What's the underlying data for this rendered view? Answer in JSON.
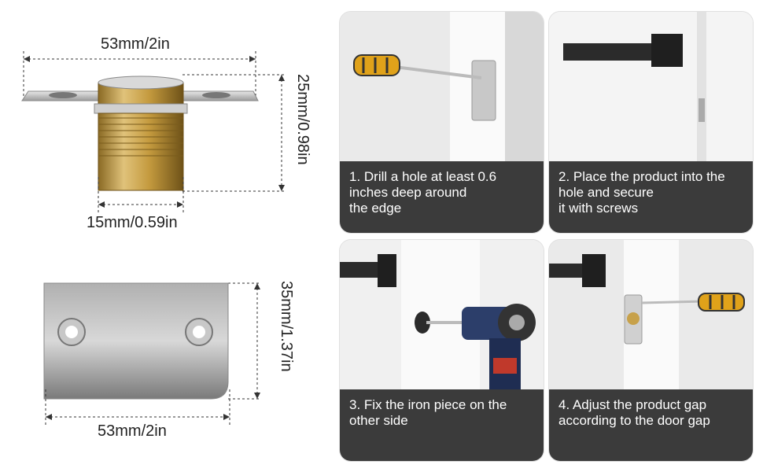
{
  "dimensions": {
    "latch_width": "53mm/2in",
    "latch_height": "25mm/0.98in",
    "latch_barrel": "15mm/0.59in",
    "plate_height": "35mm/1.37in",
    "plate_width": "53mm/2in"
  },
  "steps": [
    {
      "lines": [
        "1. Drill a hole at least 0.6",
        "inches deep around",
        "the edge"
      ]
    },
    {
      "lines": [
        "2. Place the product into the",
        "hole and secure",
        "it with screws"
      ]
    },
    {
      "lines": [
        "3. Fix the iron piece on the",
        "other side"
      ]
    },
    {
      "lines": [
        "4. Adjust the product gap",
        "according to the door gap"
      ]
    }
  ],
  "colors": {
    "caption_bg": "#3b3b3b",
    "brass": "#c7a14a",
    "steel": "#b8b8b8"
  }
}
